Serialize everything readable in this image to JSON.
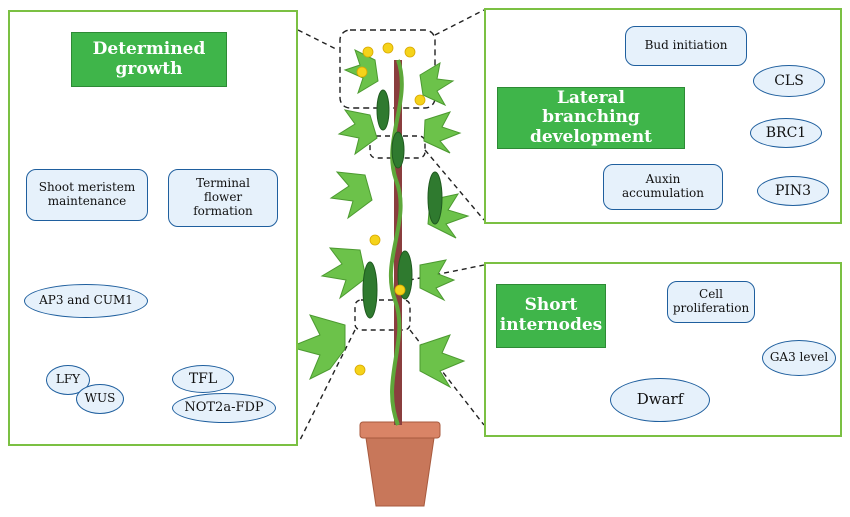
{
  "left_panel": {
    "determined_growth": "Determined growth",
    "shoot_meristem": "Shoot meristem maintenance",
    "terminal_flower": "Terminal flower formation",
    "ap3_cum1": "AP3 and CUM1",
    "lfy": "LFY",
    "wus": "WUS",
    "tfl": "TFL",
    "not2a_fdp": "NOT2a-FDP"
  },
  "top_right_panel": {
    "lateral_branching": "Lateral branching development",
    "bud_initiation": "Bud initiation",
    "cls": "CLS",
    "brc1": "BRC1",
    "pin3": "PIN3",
    "auxin_accumulation": "Auxin accumulation"
  },
  "bottom_right_panel": {
    "short_internodes": "Short internodes",
    "cell_proliferation": "Cell proliferation",
    "ga3_level": "GA3 level",
    "dwarf": "Dwarf"
  },
  "colors": {
    "panel_border": "#7bc043",
    "green_box": "#3fb54a",
    "node_fill": "#e6f1fb",
    "node_border": "#1f5f9e",
    "leaf": "#6cc24a",
    "pot": "#c8775a"
  }
}
